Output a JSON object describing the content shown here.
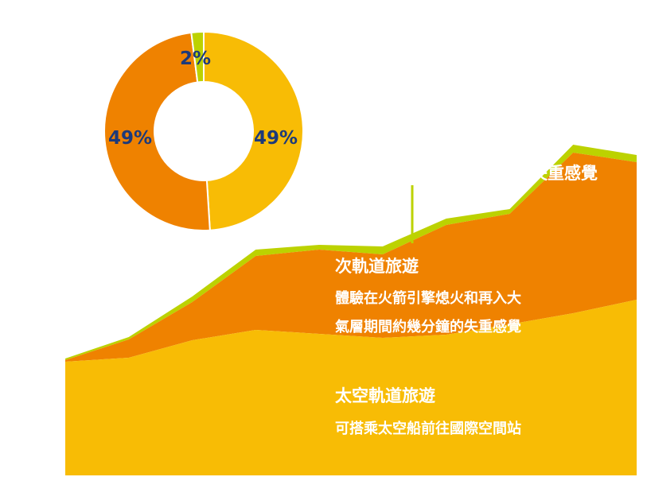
{
  "chart_data": [
    {
      "type": "pie",
      "donut": true,
      "slices": [
        {
          "label": "49%",
          "value": 49,
          "color": "#f8bc05"
        },
        {
          "label": "49%",
          "value": 49,
          "color": "#ef8200"
        },
        {
          "label": "2%",
          "value": 2,
          "color": "#bcd200"
        }
      ]
    },
    {
      "type": "area",
      "stacked": true,
      "x": [
        1,
        2,
        3,
        4,
        5,
        6,
        7,
        8,
        9,
        10
      ],
      "series": [
        {
          "name": "太空軌道旅遊",
          "description": "可搭乘太空船前往國際空間站",
          "color": "#f8bc05",
          "values": [
            143,
            148,
            170,
            183,
            178,
            173,
            177,
            190,
            204,
            221
          ]
        },
        {
          "name": "次軌道旅遊",
          "description_lines": [
            "體驗在火箭引擎熄火和再入大",
            "氣層期間約幾分鐘的失重感覺"
          ],
          "color": "#ef8200",
          "values": [
            2,
            23,
            48,
            93,
            106,
            105,
            138,
            139,
            202,
            173
          ]
        },
        {
          "label_fragment": "失重感覺",
          "color": "#bcd200",
          "values": [
            2,
            3,
            7,
            8,
            6,
            10,
            8,
            6,
            10,
            9
          ]
        }
      ],
      "annotation_text": "失重感覺",
      "ylim": [
        0,
        420
      ],
      "grid": false
    }
  ]
}
